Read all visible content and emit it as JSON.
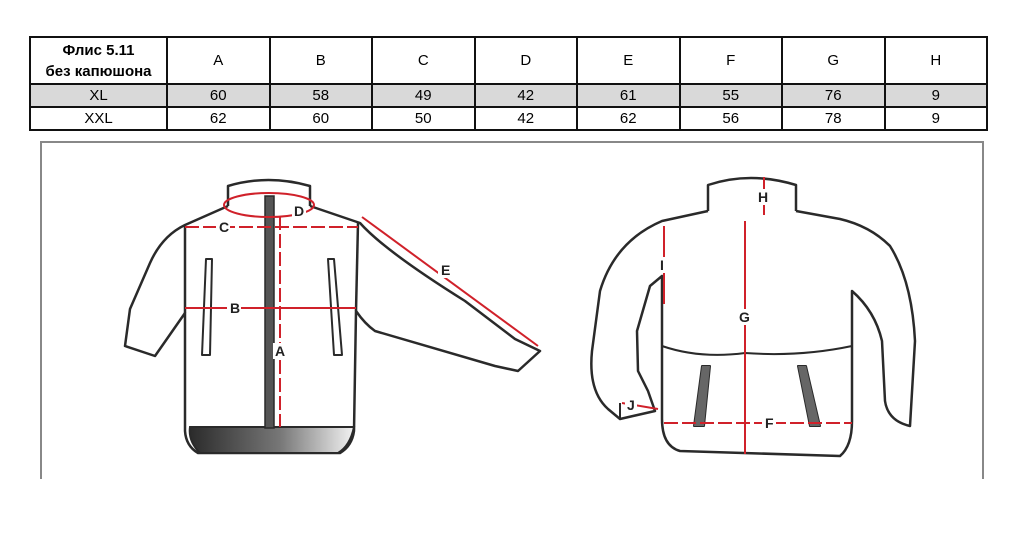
{
  "table": {
    "model_line1": "Флис 5.11",
    "model_line2": "без капюшона",
    "columns": [
      "A",
      "B",
      "C",
      "D",
      "E",
      "F",
      "G",
      "H"
    ],
    "rows": [
      {
        "size": "XL",
        "values": [
          "60",
          "58",
          "49",
          "42",
          "61",
          "55",
          "76",
          "9"
        ]
      },
      {
        "size": "XXL",
        "values": [
          "62",
          "60",
          "50",
          "42",
          "62",
          "56",
          "78",
          "9"
        ]
      }
    ]
  },
  "diagram": {
    "front_labels": {
      "a": "A",
      "b": "B",
      "c": "C",
      "d": "D",
      "e": "E"
    },
    "back_labels": {
      "f": "F",
      "g": "G",
      "h": "H",
      "i": "I",
      "j": "J"
    },
    "colors": {
      "outline": "#2a2a2a",
      "measure": "#d0212a",
      "zipper": "#555555"
    }
  }
}
